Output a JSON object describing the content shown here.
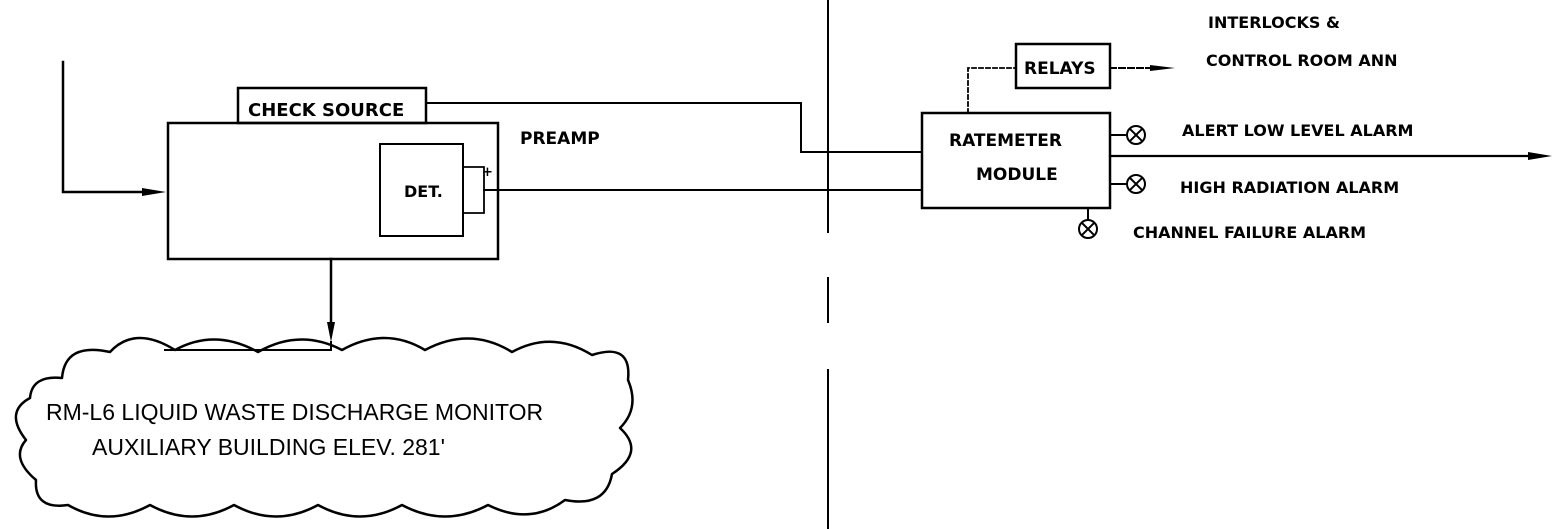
{
  "labels": {
    "check_source": "CHECK SOURCE",
    "preamp": "PREAMP",
    "det": "DET.",
    "plus": "+",
    "relays": "RELAYS",
    "interlocks_line1": "INTERLOCKS &",
    "interlocks_line2": "CONTROL ROOM ANN",
    "ratemeter_line1": "RATEMETER",
    "ratemeter_line2": "MODULE",
    "alert_alarm": "ALERT LOW LEVEL ALARM",
    "high_alarm": "HIGH RADIATION ALARM",
    "failure_alarm": "CHANNEL FAILURE ALARM"
  },
  "cloud": {
    "line1": "RM-L6 LIQUID WASTE DISCHARGE MONITOR",
    "line2": "AUXILIARY BUILDING ELEV. 281'"
  }
}
